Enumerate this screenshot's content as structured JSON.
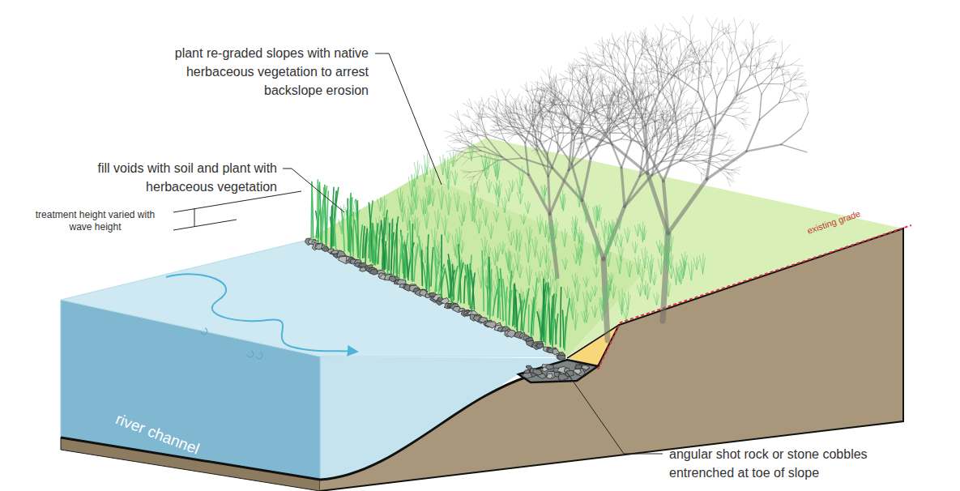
{
  "diagram": {
    "labels": [
      "plant re-graded slopes with native herbaceous vegetation to arrest backslope erosion",
      "fill voids with soil and plant with herbaceous vegetation",
      "treatment height varied with wave height",
      "existing grade",
      "river channel",
      "angular shot rock or stone cobbles entrenched at toe of slope"
    ]
  }
}
